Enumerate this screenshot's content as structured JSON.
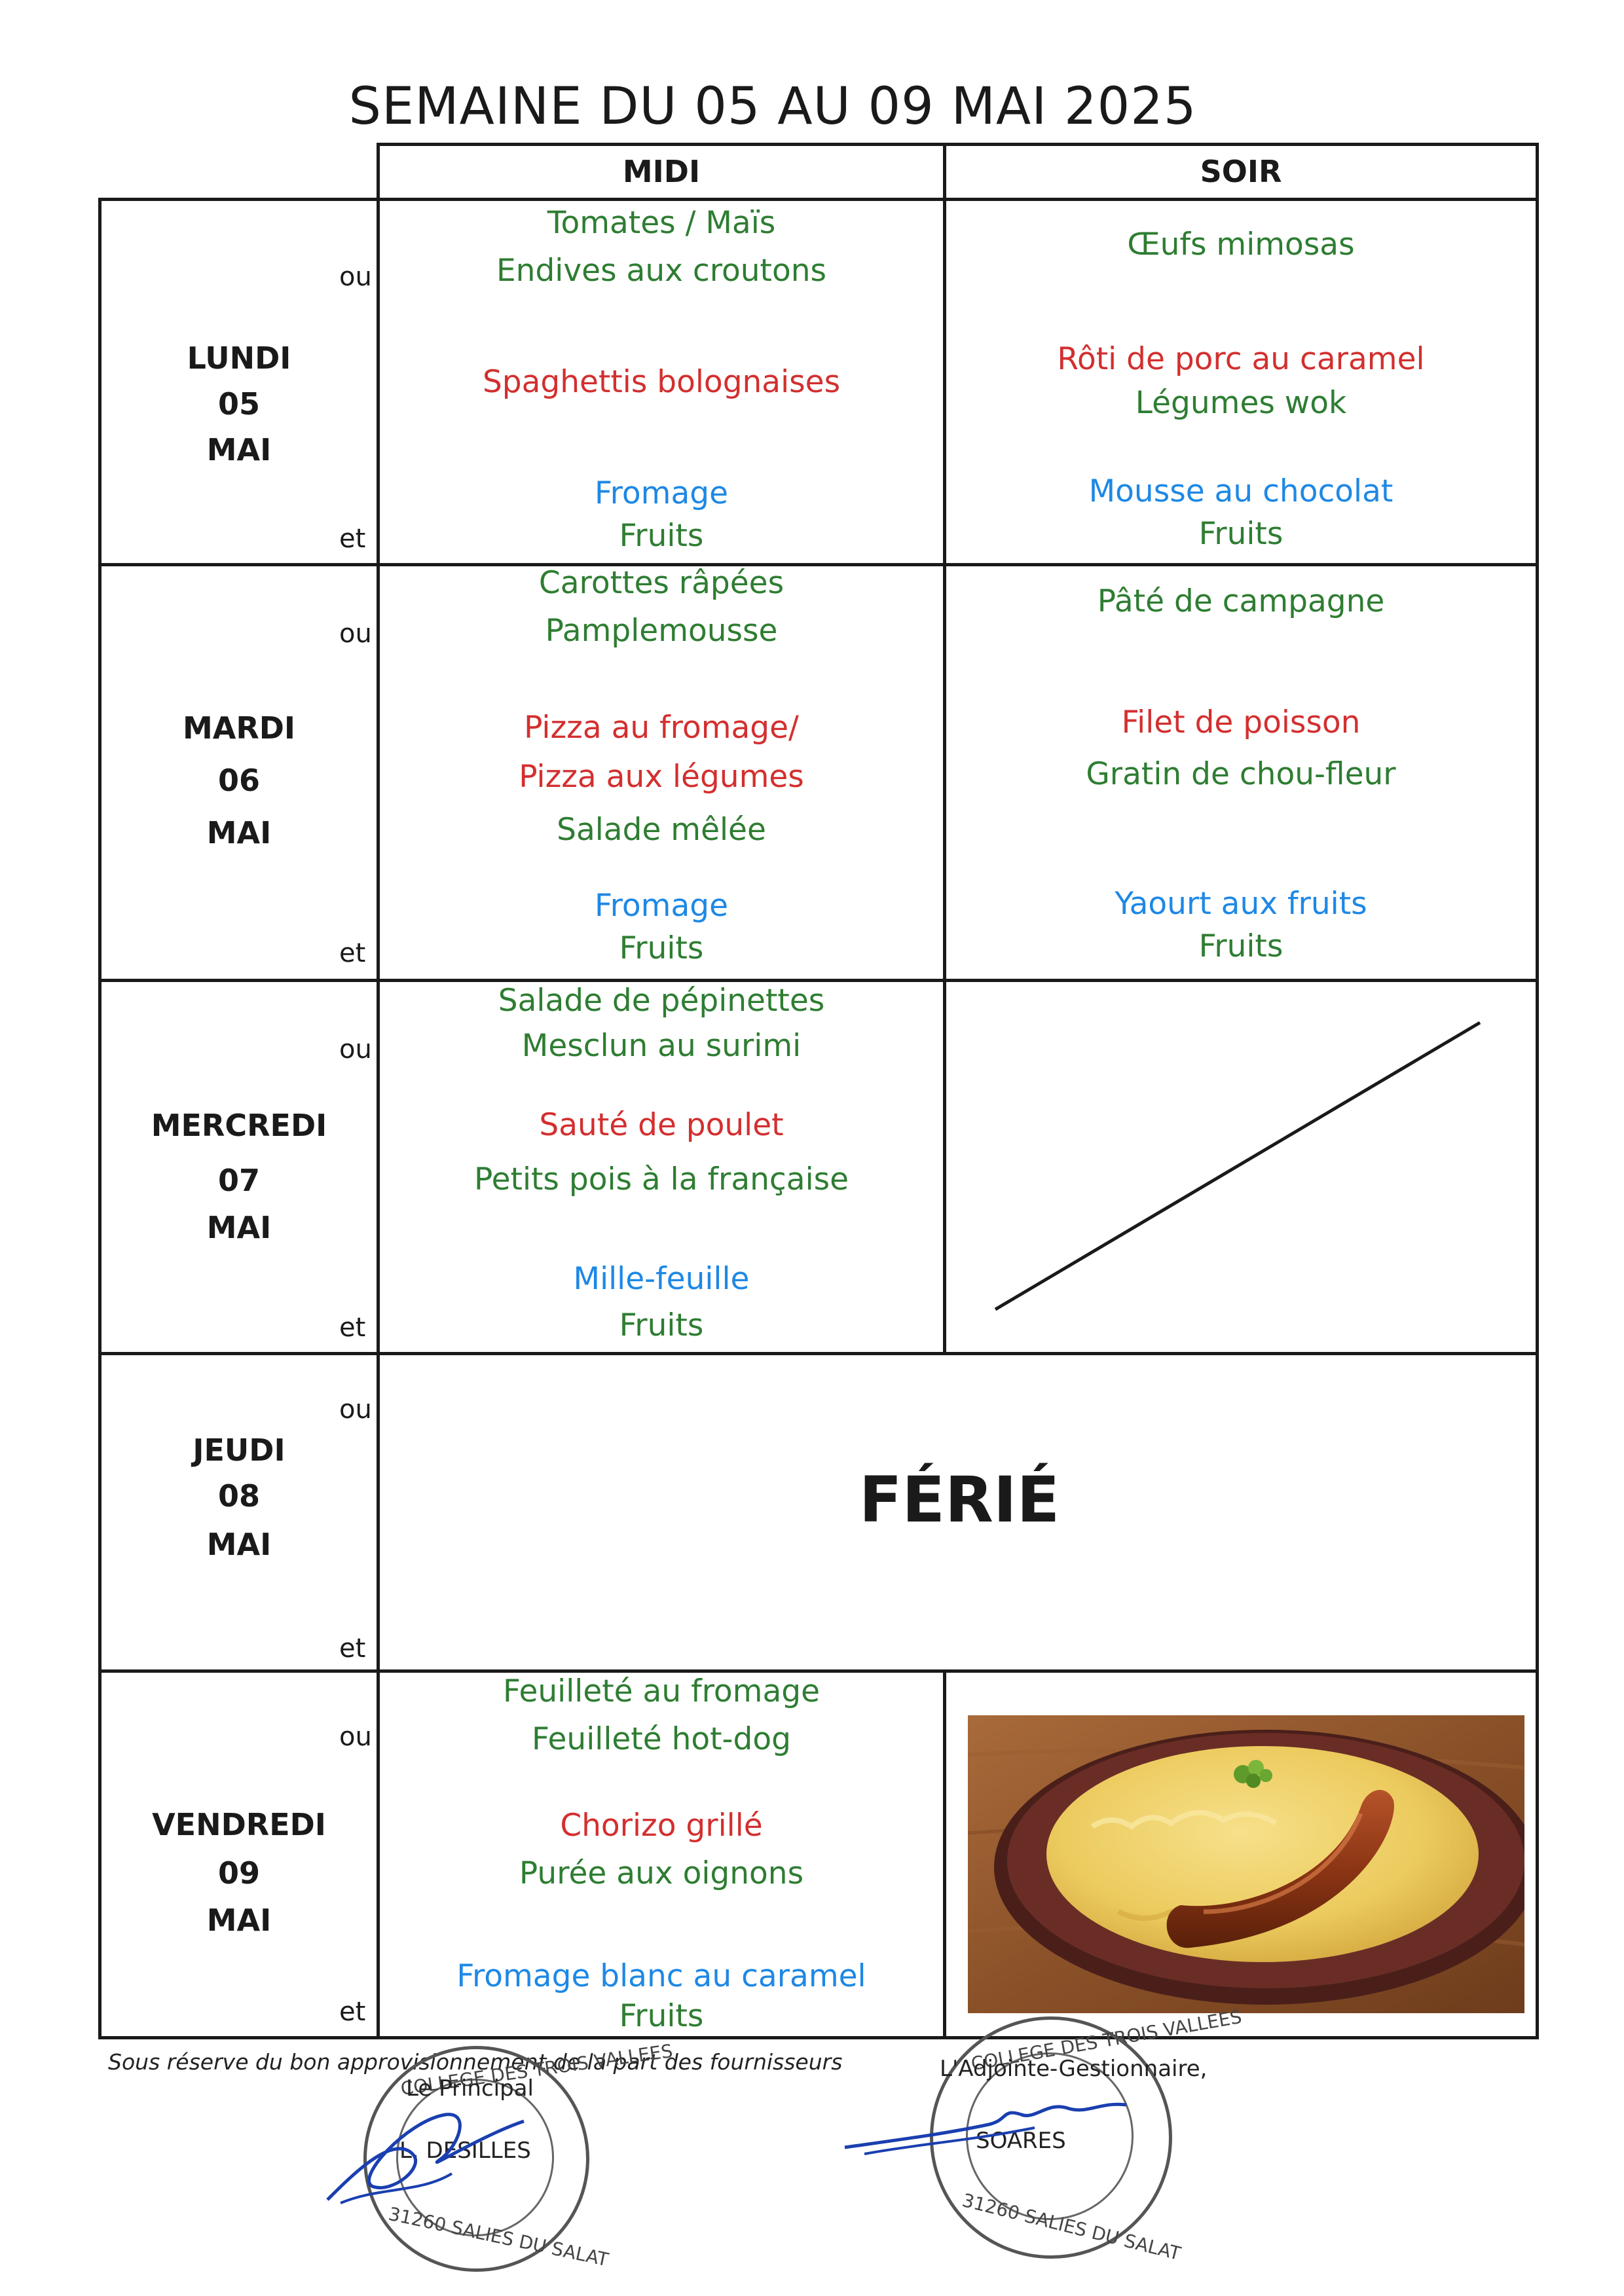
{
  "title": "SEMAINE DU 05 AU 09 MAI 2025",
  "columns": {
    "midi": "MIDI",
    "soir": "SOIR"
  },
  "conjunctions": {
    "ou": "ou",
    "et": "et"
  },
  "days": [
    {
      "name": "LUNDI",
      "num": "05",
      "month": "MAI",
      "midi": {
        "entrees": [
          "Tomates / Maïs",
          "Endives aux croutons"
        ],
        "plats": [
          "Spaghettis bolognaises"
        ],
        "desserts": [
          "Fromage",
          "Fruits"
        ]
      },
      "soir": {
        "entrees": [
          "Œufs mimosas"
        ],
        "plats": [
          "Rôti de porc au caramel",
          "Légumes wok"
        ],
        "desserts": [
          "Mousse au chocolat",
          "Fruits"
        ]
      }
    },
    {
      "name": "MARDI",
      "num": "06",
      "month": "MAI",
      "midi": {
        "entrees": [
          "Carottes râpées",
          "Pamplemousse"
        ],
        "plats": [
          "Pizza au fromage/",
          "Pizza aux légumes",
          "Salade mêlée"
        ],
        "desserts": [
          "Fromage",
          "Fruits"
        ]
      },
      "soir": {
        "entrees": [
          "Pâté de campagne"
        ],
        "plats": [
          "Filet de poisson",
          "Gratin de chou-fleur"
        ],
        "desserts": [
          "Yaourt aux fruits",
          "Fruits"
        ]
      }
    },
    {
      "name": "MERCREDI",
      "num": "07",
      "month": "MAI",
      "midi": {
        "entrees": [
          "Salade de pépinettes",
          "Mesclun au surimi"
        ],
        "plats": [
          "Sauté de poulet",
          "Petits pois à la française"
        ],
        "desserts": [
          "Mille-feuille",
          "Fruits"
        ]
      }
    },
    {
      "name": "JEUDI",
      "num": "08",
      "month": "MAI",
      "holiday": "FÉRIÉ"
    },
    {
      "name": "VENDREDI",
      "num": "09",
      "month": "MAI",
      "midi": {
        "entrees": [
          "Feuilleté au fromage",
          "Feuilleté hot-dog"
        ],
        "plats": [
          "Chorizo grillé",
          "Purée aux oignons"
        ],
        "desserts": [
          "Fromage blanc au caramel",
          "Fruits"
        ]
      }
    }
  ],
  "footnote": "Sous réserve du bon approvisionnement de la part des fournisseurs",
  "signatures": {
    "left": {
      "role": "Le Principal",
      "name": "L. DESILLES",
      "stamp_ring": "COLLEGE DES TROIS VALLEES",
      "stamp_city": "31260 SALIES DU SALAT"
    },
    "right": {
      "role": "L'Adjointe-Gestionnaire,",
      "name": "SOARES",
      "stamp_ring": "COLLEGE DES TROIS VALLEES",
      "stamp_city": "31260 SALIES DU SALAT"
    }
  },
  "colors": {
    "entree": "#2e7d32",
    "plat": "#d32f2f",
    "dessert": "#1e88e5",
    "dessert_fruit": "#2e7d32"
  }
}
